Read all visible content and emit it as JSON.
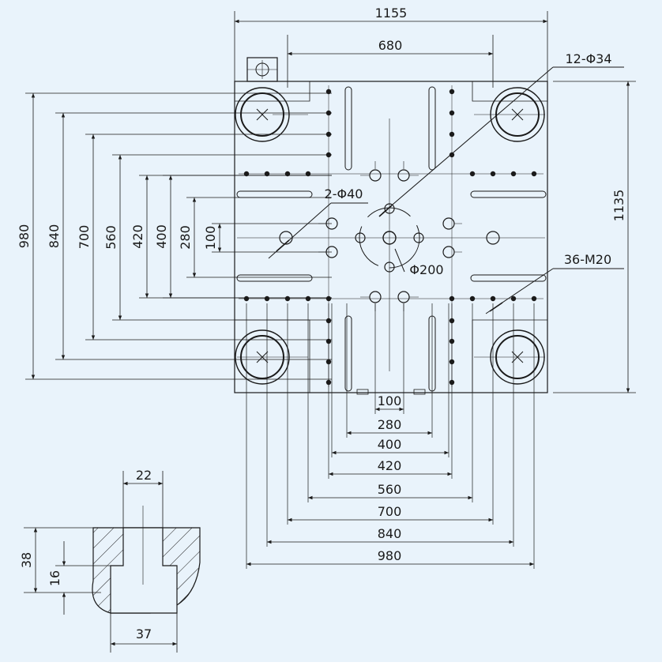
{
  "labels": {
    "overall_width": "1155",
    "overall_height": "1135",
    "tiebar_spacing_h": "680",
    "tiebar_hole": "12-Φ34",
    "ejector_hole": "2-Φ40",
    "center_ring": "Φ200",
    "tapped_holes": "36-M20",
    "h_dims": [
      "100",
      "280",
      "400",
      "420",
      "560",
      "700",
      "840",
      "980"
    ],
    "v_dims": [
      "980",
      "840",
      "700",
      "560",
      "420",
      "400",
      "280",
      "100"
    ],
    "slot_width_top": "22",
    "slot_height": "38",
    "slot_depth": "16",
    "slot_width_bottom": "37"
  },
  "colors": {
    "background": "#e9f3fb",
    "line": "#1a1a1a"
  }
}
